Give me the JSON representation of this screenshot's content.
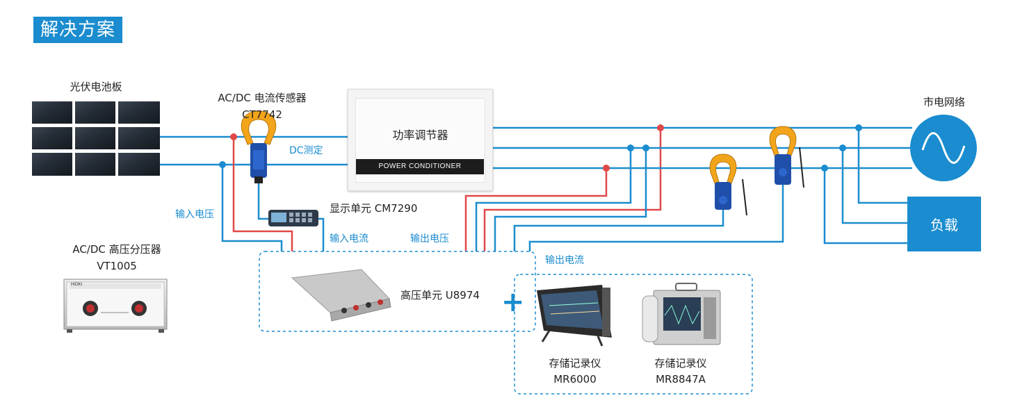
{
  "title": "解决方案",
  "labels": {
    "pv_panel": "光伏电池板",
    "current_sensor_l1": "AC/DC 电流传感器",
    "current_sensor_l2": "CT7742",
    "display_unit": "显示单元 CM7290",
    "voltage_divider_l1": "AC/DC 高压分压器",
    "voltage_divider_l2": "VT1005",
    "power_conditioner": "功率调节器",
    "power_conditioner_plate": "POWER CONDITIONER",
    "grid": "市电网络",
    "load": "负载",
    "hv_unit": "高压单元 U8974",
    "recorder1_l1": "存储记录仪",
    "recorder1_l2": "MR6000",
    "recorder2_l1": "存储记录仪",
    "recorder2_l2": "MR8847A"
  },
  "signal_labels": {
    "dc_measure": "DC测定",
    "input_voltage_left": "输入电压",
    "input_current": "输入电流",
    "output_voltage": "输出电压",
    "output_current": "输出电流"
  },
  "divider_panel_text": "HIOKI",
  "colors": {
    "accent": "#1a8ccf",
    "wire_red": "#e04848",
    "clamp_orange": "#f2a51a"
  }
}
